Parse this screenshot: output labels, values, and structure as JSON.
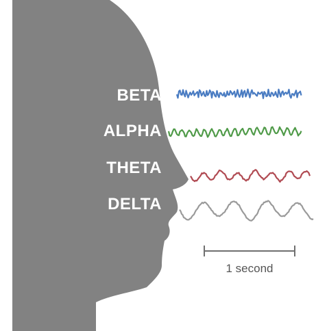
{
  "waves": [
    {
      "label": "BETA",
      "color": "#4a7cc2"
    },
    {
      "label": "ALPHA",
      "color": "#4f9a48"
    },
    {
      "label": "THETA",
      "color": "#b04a52"
    },
    {
      "label": "DELTA",
      "color": "#9a9a9a"
    }
  ],
  "scale": {
    "label": "1 second"
  },
  "colors": {
    "head": "#828282",
    "scale_bar": "#6f6f6f",
    "background": "#ffffff"
  }
}
